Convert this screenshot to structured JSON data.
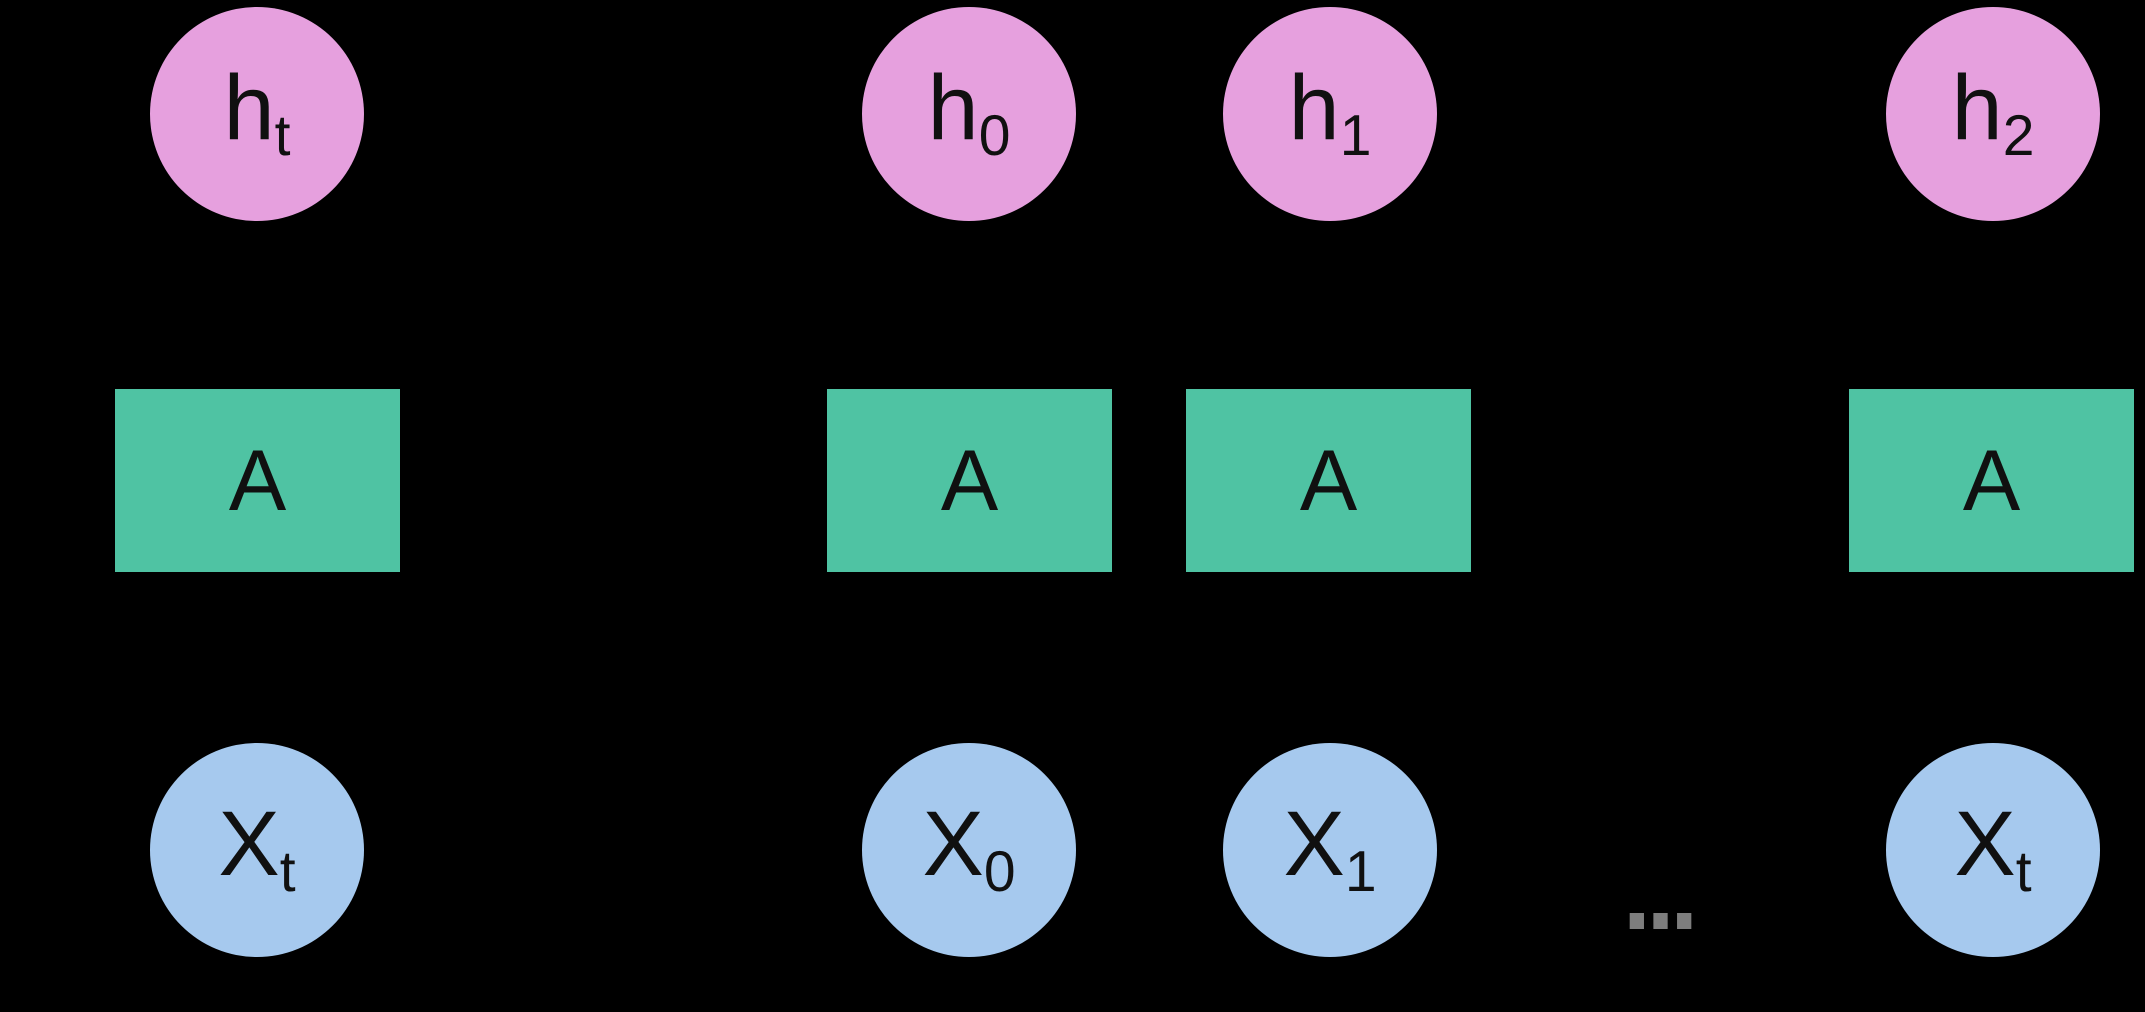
{
  "diagram_title": "recurrent-neural-network-unrolled",
  "background_color": "#000000",
  "colors": {
    "hidden_state_fill": "#e6a0de",
    "cell_fill": "#4fc3a3",
    "input_fill": "#a6c9ee",
    "label_text": "#101010",
    "ellipsis": "#7d7d7d"
  },
  "columns": [
    {
      "hidden": {
        "base": "h",
        "sub": "t"
      },
      "cell": "A",
      "input": {
        "base": "X",
        "sub": "t"
      }
    },
    {
      "hidden": {
        "base": "h",
        "sub": "0"
      },
      "cell": "A",
      "input": {
        "base": "X",
        "sub": "0"
      }
    },
    {
      "hidden": {
        "base": "h",
        "sub": "1"
      },
      "cell": "A",
      "input": {
        "base": "X",
        "sub": "1"
      }
    },
    {
      "hidden": {
        "base": "h",
        "sub": "2"
      },
      "cell": "A",
      "input": {
        "base": "X",
        "sub": "t"
      }
    }
  ],
  "ellipsis": "..."
}
